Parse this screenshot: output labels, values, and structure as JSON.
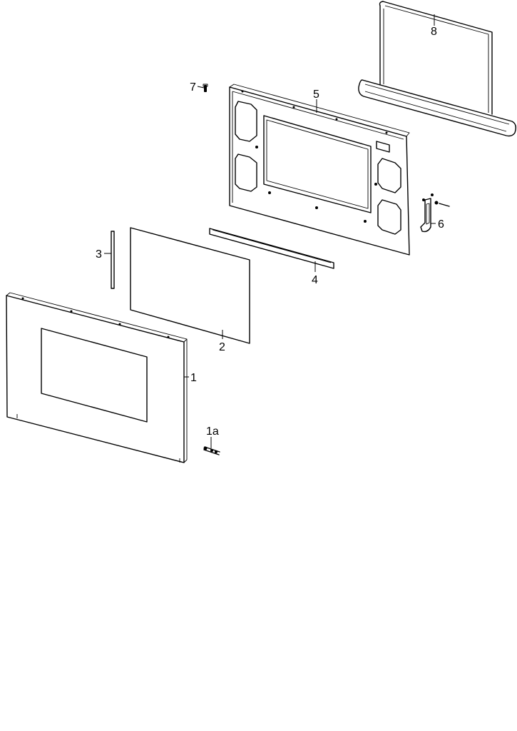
{
  "callouts": {
    "c1": "1",
    "c1a": "1a",
    "c2": "2",
    "c3": "3",
    "c4": "4",
    "c5": "5",
    "c6": "6",
    "c7": "7",
    "c8": "8"
  }
}
